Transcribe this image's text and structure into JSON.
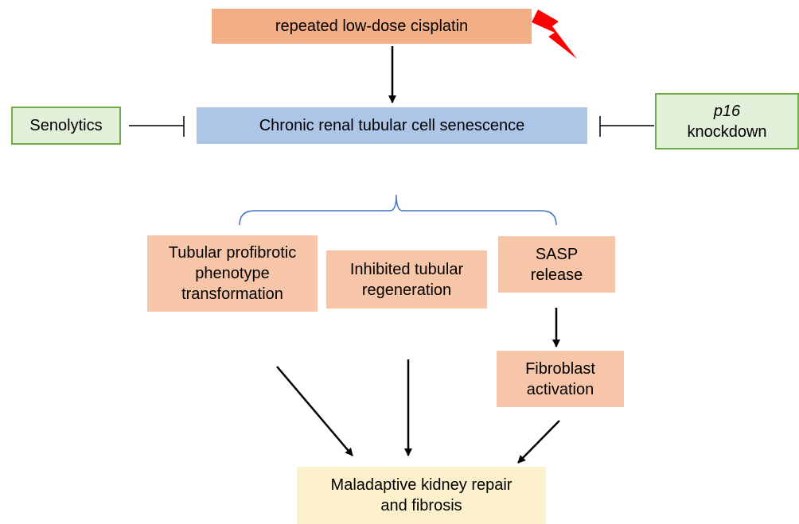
{
  "nodes": {
    "cisplatin": "repeated low-dose cisplatin",
    "senescence": "Chronic renal tubular cell senescence",
    "senolytics": "Senolytics",
    "p16_gene": "p16",
    "p16_rest": "knockdown",
    "profibrotic": [
      "Tubular profibrotic",
      "phenotype",
      "transformation"
    ],
    "regeneration": [
      "Inhibited tubular",
      "regeneration"
    ],
    "sasp": [
      "SASP",
      "release"
    ],
    "fibroblast": [
      "Fibroblast",
      "activation"
    ],
    "outcome": [
      "Maladaptive kidney repair",
      "and fibrosis"
    ]
  },
  "colors": {
    "top_box": "#f2ae85",
    "senescence_box": "#adc5e6",
    "inhibitor_box": "#e2efd9",
    "inhibitor_border": "#70ad47",
    "mechanism_box": "#f7c5a8",
    "outcome_box": "#fdf0cc",
    "brace": "#4472c4",
    "lightning": "#ff0000"
  }
}
